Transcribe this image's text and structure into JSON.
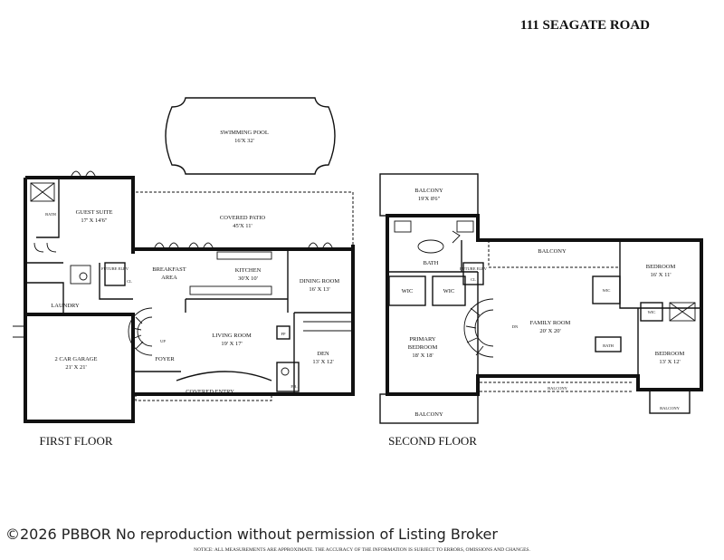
{
  "address": "111 SEAGATE ROAD",
  "floors": {
    "first": {
      "title": "FIRST FLOOR",
      "rooms": {
        "pool": {
          "name": "SWIMMING POOL",
          "dims": "16'X 32'"
        },
        "guest_suite": {
          "name": "GUEST SUITE",
          "dims": "17' X 14'6\""
        },
        "guest_bath": "BATH",
        "covered_patio": {
          "name": "COVERED PATIO",
          "dims": "45'X 11'"
        },
        "future_elev": "FUTURE ELEV",
        "closet": "CL",
        "breakfast": {
          "line1": "BREAKFAST",
          "line2": "AREA"
        },
        "kitchen": {
          "name": "KITCHEN",
          "dims": "30'X 10'"
        },
        "dining": {
          "name": "DINING ROOM",
          "dims": "16' X 13'"
        },
        "laundry": "LAUNDRY",
        "garage": {
          "name": "2 CAR GARAGE",
          "dims": "21' X 21'"
        },
        "living": {
          "name": "LIVING ROOM",
          "dims": "19' X 17'"
        },
        "fireplace": "FP",
        "den": {
          "name": "DEN",
          "dims": "13' X 12'"
        },
        "stair_up": "UP",
        "foyer": "FOYER",
        "powder": "P.R.",
        "covered_entry": "COVERED ENTRY"
      }
    },
    "second": {
      "title": "SECOND FLOOR",
      "rooms": {
        "balcony_top": {
          "name": "BALCONY",
          "dims": "19'X 8'6\""
        },
        "bath": "BATH",
        "wic_left": "WIC",
        "wic_right": "WIC",
        "future_elev": "FUTURE ELEV",
        "closet": "CL",
        "balcony_mid": "BALCONY",
        "primary": {
          "line1": "PRIMARY",
          "line2": "BEDROOM",
          "dims": "18' X 18'"
        },
        "stair_dn": "DN",
        "family": {
          "name": "FAMILY ROOM",
          "dims": "20' X 20'"
        },
        "bedroom_a": {
          "name": "BEDROOM",
          "dims": "16' X 11'"
        },
        "wic_bed_a": "WIC",
        "wic_bed_b": "WIC",
        "bath_small": "BATH",
        "bedroom_b": {
          "name": "BEDROOM",
          "dims": "13' X 12'"
        },
        "balcony_bottom_mid": "BALCONY",
        "balcony_bottom_left": "BALCONY",
        "balcony_bottom_right": "BALCONY"
      }
    }
  },
  "footer": {
    "copyright": "©2026 PBBOR No reproduction without permission of Listing Broker",
    "notice": "NOTICE: ALL MEASUREMENTS ARE APPROXIMATE. THE ACCURACY OF THE INFORMATION IS SUBJECT TO ERRORS, OMISSIONS AND CHANGES."
  }
}
